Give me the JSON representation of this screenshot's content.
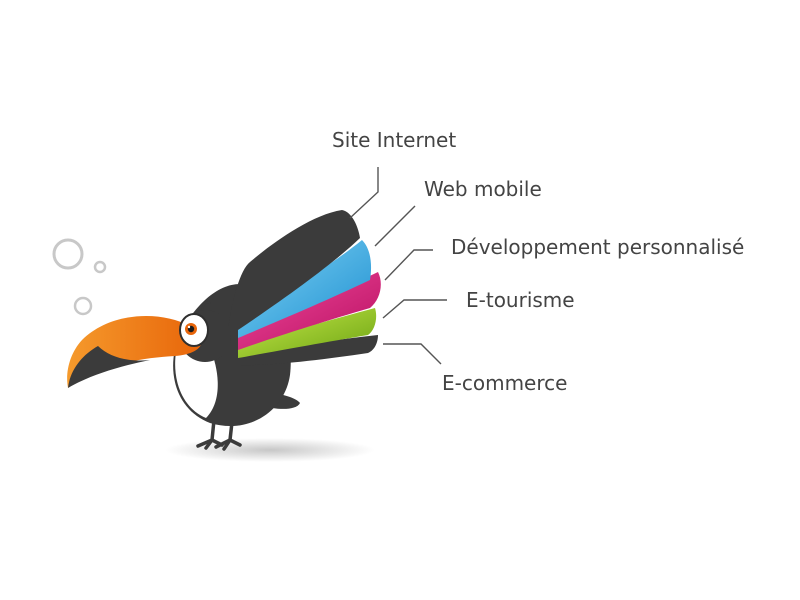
{
  "services": [
    {
      "label": "Site Internet",
      "color": "#3c3c3c"
    },
    {
      "label": "Web mobile",
      "color": "#3fb4e6"
    },
    {
      "label": "Développement personnalisé",
      "color": "#e0167a"
    },
    {
      "label": "E-tourisme",
      "color": "#8cc21a"
    },
    {
      "label": "E-commerce",
      "color": "#3c3c3c"
    }
  ],
  "mascot": {
    "beak_color": "#f07a12",
    "body_color": "#3b3b3b",
    "bubble_color": "#c8c8c8",
    "line_color": "#555555"
  }
}
